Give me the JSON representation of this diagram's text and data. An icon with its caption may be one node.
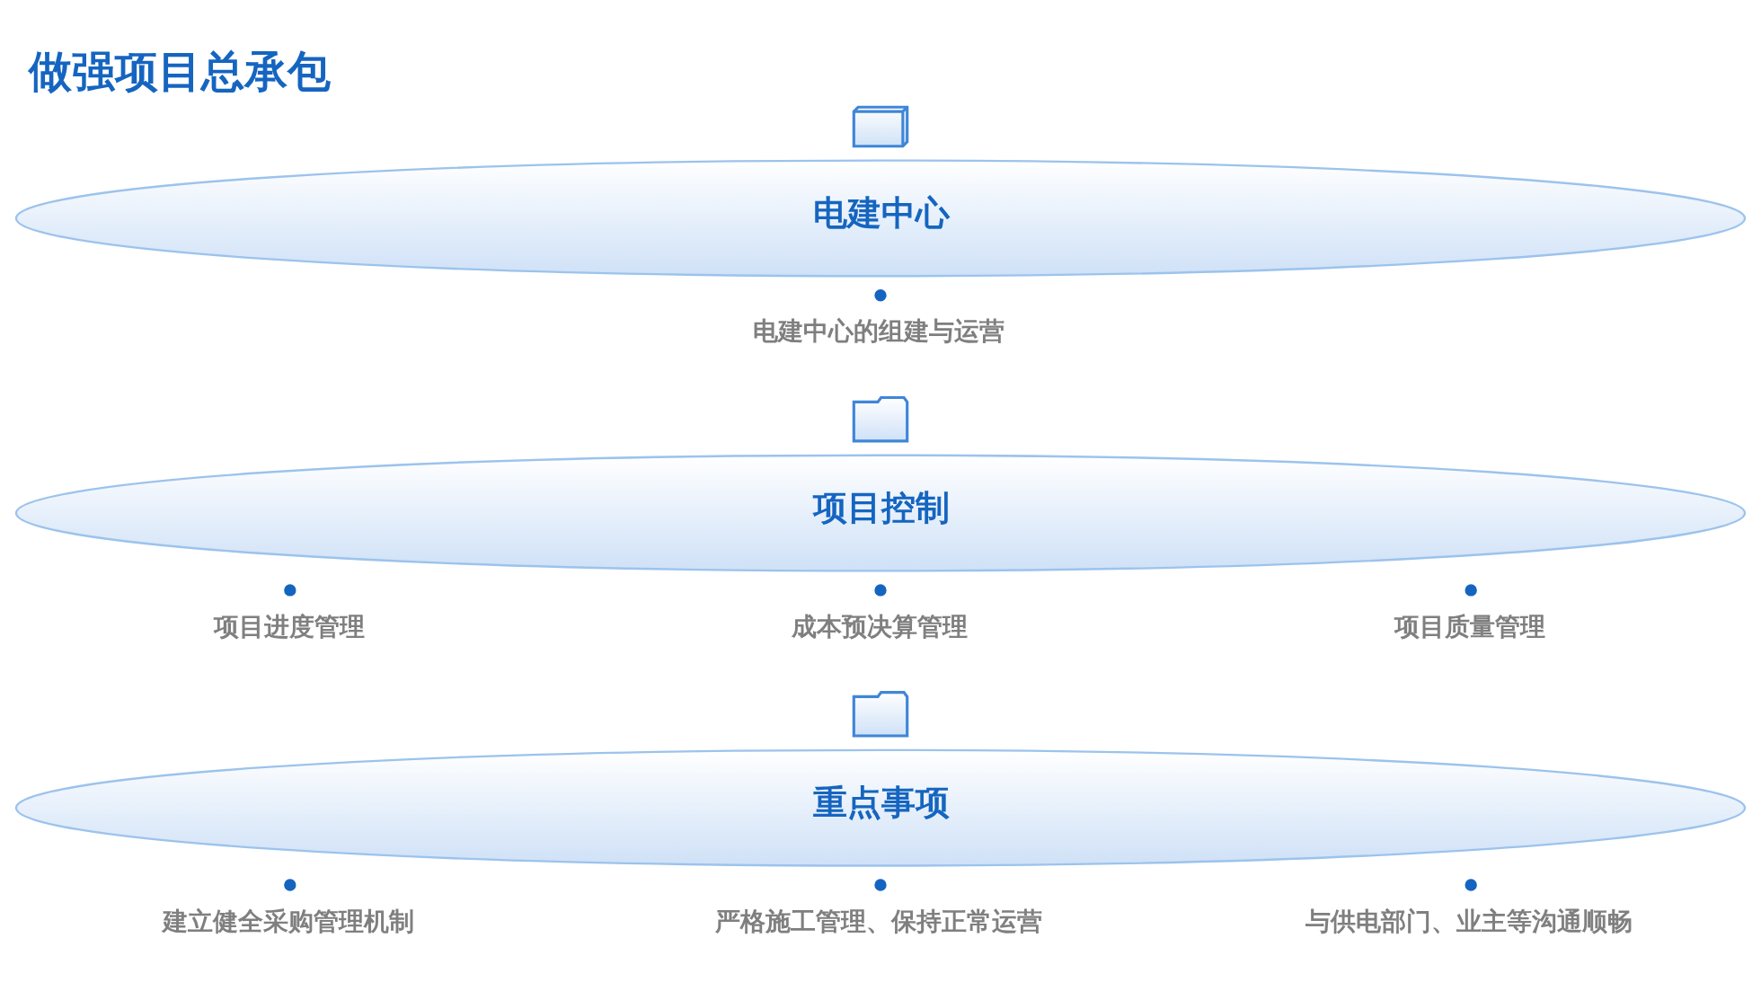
{
  "diagram": {
    "title": "做强项目总承包",
    "nodes": [
      {
        "text": [],
        "shape": "cube"
      },
      {
        "text": [
          "电建中心"
        ],
        "beside": [
          "电建中心的组建与运营"
        ]
      },
      {
        "text": [],
        "shape": "folder"
      },
      {
        "text": [
          "项目控制"
        ],
        "beside": [
          "项目进度管理",
          "成本预决算管理",
          "项目质量管理"
        ]
      },
      {
        "text": [],
        "shape": "folder"
      },
      {
        "text": [
          "重点事项"
        ],
        "beside": [
          "建立健全采购管理机制",
          "严格施工管理、保持正常运营",
          "与供电部门、业主等沟通顺畅"
        ]
      }
    ]
  }
}
